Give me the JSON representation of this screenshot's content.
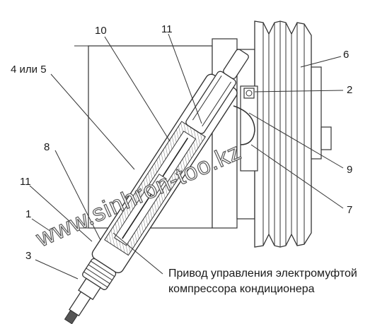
{
  "labels": {
    "l10": "10",
    "l11_top": "11",
    "l4or5": "4 или 5",
    "l6": "6",
    "l2": "2",
    "l8": "8",
    "l11_left": "11",
    "l1": "1",
    "l3": "3",
    "l9": "9",
    "l7": "7"
  },
  "caption": {
    "line1": "Привод управления электромуфтой",
    "line2": "компрессора кондиционера"
  },
  "watermark": "www.sinhron-too.kz",
  "colors": {
    "line": "#333333",
    "body_fill": "#ffffff",
    "hatch": "#8a8a8a",
    "dark": "#555555"
  }
}
